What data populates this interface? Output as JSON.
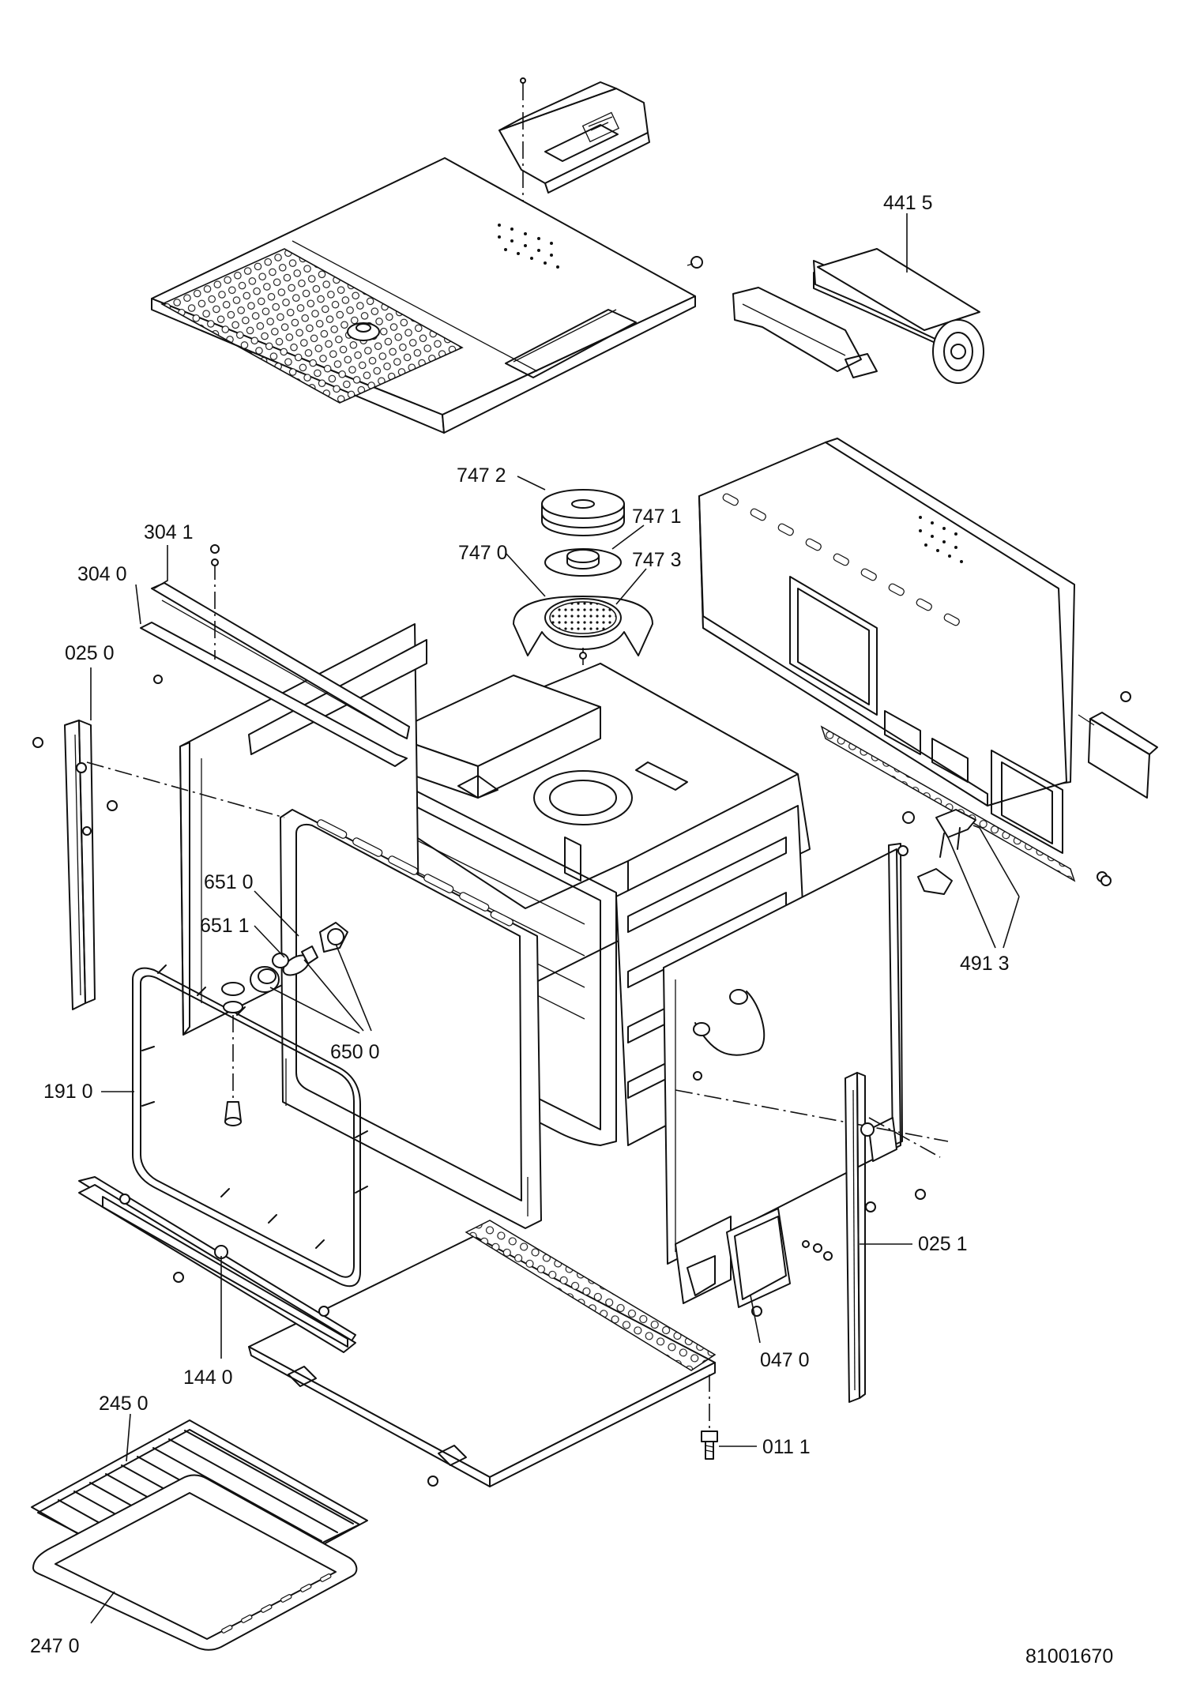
{
  "drawing": {
    "code": "81001670"
  },
  "callouts": [
    {
      "id": "441-5",
      "label": "441 5"
    },
    {
      "id": "747-2",
      "label": "747 2"
    },
    {
      "id": "747-1",
      "label": "747 1"
    },
    {
      "id": "747-0",
      "label": "747 0"
    },
    {
      "id": "747-3",
      "label": "747 3"
    },
    {
      "id": "304-1",
      "label": "304 1"
    },
    {
      "id": "304-0",
      "label": "304 0"
    },
    {
      "id": "025-0",
      "label": "025 0"
    },
    {
      "id": "651-0",
      "label": "651 0"
    },
    {
      "id": "651-1",
      "label": "651 1"
    },
    {
      "id": "650-0",
      "label": "650 0"
    },
    {
      "id": "491-3",
      "label": "491 3"
    },
    {
      "id": "191-0",
      "label": "191 0"
    },
    {
      "id": "025-1",
      "label": "025 1"
    },
    {
      "id": "047-0",
      "label": "047 0"
    },
    {
      "id": "144-0",
      "label": "144 0"
    },
    {
      "id": "245-0",
      "label": "245 0"
    },
    {
      "id": "011-1",
      "label": "011 1"
    },
    {
      "id": "247-0",
      "label": "247 0"
    }
  ]
}
